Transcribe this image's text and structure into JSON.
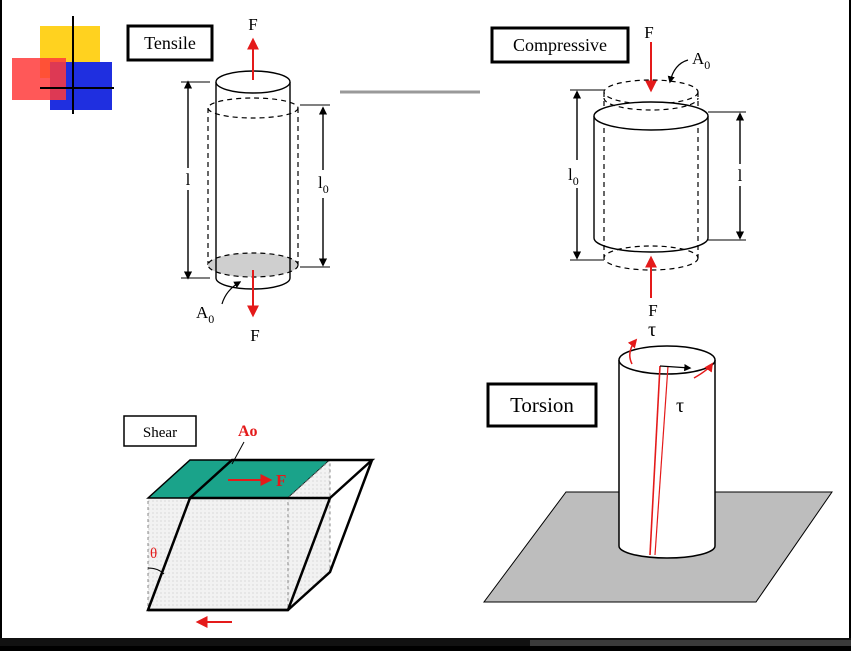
{
  "colors": {
    "force_arrow": "#e41a1a",
    "shear_top_face": "#1aa38a",
    "base_plane": "#bdbdbd",
    "logo_yellow": "#ffd21f",
    "logo_red": "#ff3b3b",
    "logo_blue": "#1f2fe0"
  },
  "tensile": {
    "label": "Tensile",
    "force_top": "F",
    "force_bottom": "F",
    "length": "l",
    "length_original_base": "l",
    "length_original_sub": "0",
    "area_base": "A",
    "area_sub": "0"
  },
  "compressive": {
    "label": "Compressive",
    "force_top": "F",
    "force_bottom": "F",
    "area_base": "A",
    "area_sub": "0",
    "length_original_base": "l",
    "length_original_sub": "0",
    "length": "l"
  },
  "shear": {
    "label": "Shear",
    "area": "Ao",
    "force": "F",
    "angle": "θ"
  },
  "torsion": {
    "label": "Torsion",
    "tau_top": "τ",
    "tau_side": "τ"
  },
  "icons": [
    "slide-logo-icon"
  ]
}
